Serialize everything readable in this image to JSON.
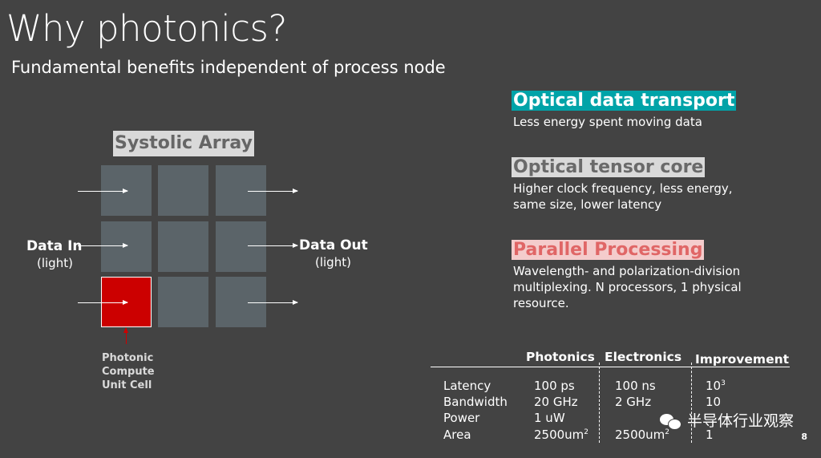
{
  "slide": {
    "title": "Why photonics?",
    "subtitle": "Fundamental benefits independent of process node",
    "page_number": "8"
  },
  "systolic": {
    "label": "Systolic Array",
    "data_in": "Data In",
    "data_in_sub": "(light)",
    "data_out": "Data Out",
    "data_out_sub": "(light)",
    "pcu_line1": "Photonic",
    "pcu_line2": "Compute",
    "pcu_line3": "Unit Cell",
    "colors": {
      "cell": "#5b6469",
      "highlight": "#cc0000"
    }
  },
  "benefits": [
    {
      "title": "Optical data transport",
      "desc1": "Less energy spent moving data",
      "desc2": "",
      "desc3": "",
      "accent": "#00a3a8"
    },
    {
      "title": "Optical tensor core",
      "desc1": "Higher clock frequency, less energy,",
      "desc2": "same size, lower latency",
      "desc3": "",
      "accent": "#d9d9d9"
    },
    {
      "title": "Parallel Processing",
      "desc1": "Wavelength- and polarization-division",
      "desc2": "multiplexing. N processors, 1 physical",
      "desc3": "resource.",
      "accent": "#f4cccc"
    }
  ],
  "table": {
    "headers": [
      "Photonics",
      "Electronics",
      "Improvement"
    ],
    "rows": [
      {
        "label": "Latency",
        "photonics": "100 ps",
        "electronics": "100 ns",
        "improvement": "10",
        "improvement_sup": "3"
      },
      {
        "label": "Bandwidth",
        "photonics": "20 GHz",
        "electronics": "2 GHz",
        "improvement": "10",
        "improvement_sup": ""
      },
      {
        "label": "Power",
        "photonics": "1 uW",
        "electronics": "",
        "improvement": "",
        "improvement_sup": ""
      },
      {
        "label": "Area",
        "photonics": "2500um",
        "photonics_sup": "2",
        "electronics": "2500um",
        "electronics_sup": "2",
        "improvement": "1",
        "improvement_sup": ""
      }
    ]
  },
  "watermark": {
    "text": "半导体行业观察",
    "icon": "wechat-icon"
  }
}
